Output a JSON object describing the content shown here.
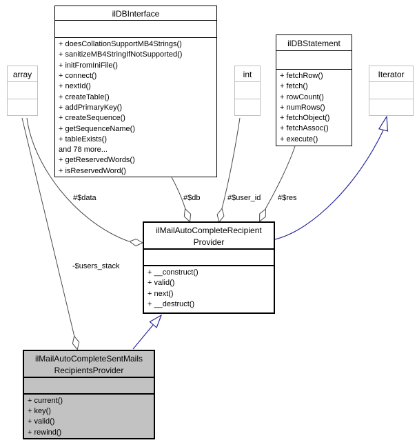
{
  "diagram": {
    "type": "uml-collaboration-diagram",
    "background_color": "#ffffff",
    "edge_color": "#4a4a4a",
    "inheritance_color": "#28289c",
    "highlight_fill": "#c2c2c2",
    "external_node_border": "#bfbfbf"
  },
  "boxes": {
    "array": {
      "title": "array"
    },
    "int": {
      "title": "int"
    },
    "iterator": {
      "title": "Iterator"
    },
    "ildbinterface": {
      "title": "ilDBInterface",
      "methods": [
        "+ doesCollationSupportMB4Strings()",
        "+ sanitizeMB4StringIfNotSupported()",
        "+ initFromIniFile()",
        "+ connect()",
        "+ nextId()",
        "+ createTable()",
        "+ addPrimaryKey()",
        "+ createSequence()",
        "+ getSequenceName()",
        "+ tableExists()",
        "and 78 more...",
        "+ getReservedWords()",
        "+ isReservedWord()"
      ]
    },
    "ildbstatement": {
      "title": "ilDBStatement",
      "methods": [
        "+ fetchRow()",
        "+ fetch()",
        "+ rowCount()",
        "+ numRows()",
        "+ fetchObject()",
        "+ fetchAssoc()",
        "+ execute()"
      ]
    },
    "recipient_provider": {
      "title_line1": "ilMailAutoCompleteRecipient",
      "title_line2": "Provider",
      "methods": [
        "+ __construct()",
        "+ valid()",
        "+ next()",
        "+ __destruct()"
      ]
    },
    "sent_mails_provider": {
      "title_line1": "ilMailAutoCompleteSentMails",
      "title_line2": "RecipientsProvider",
      "methods": [
        "+ current()",
        "+ key()",
        "+ valid()",
        "+ rewind()"
      ]
    }
  },
  "edge_labels": {
    "data": "#$data",
    "db": "#$db",
    "user_id": "#$user_id",
    "res": "#$res",
    "users_stack": "-$users_stack"
  }
}
